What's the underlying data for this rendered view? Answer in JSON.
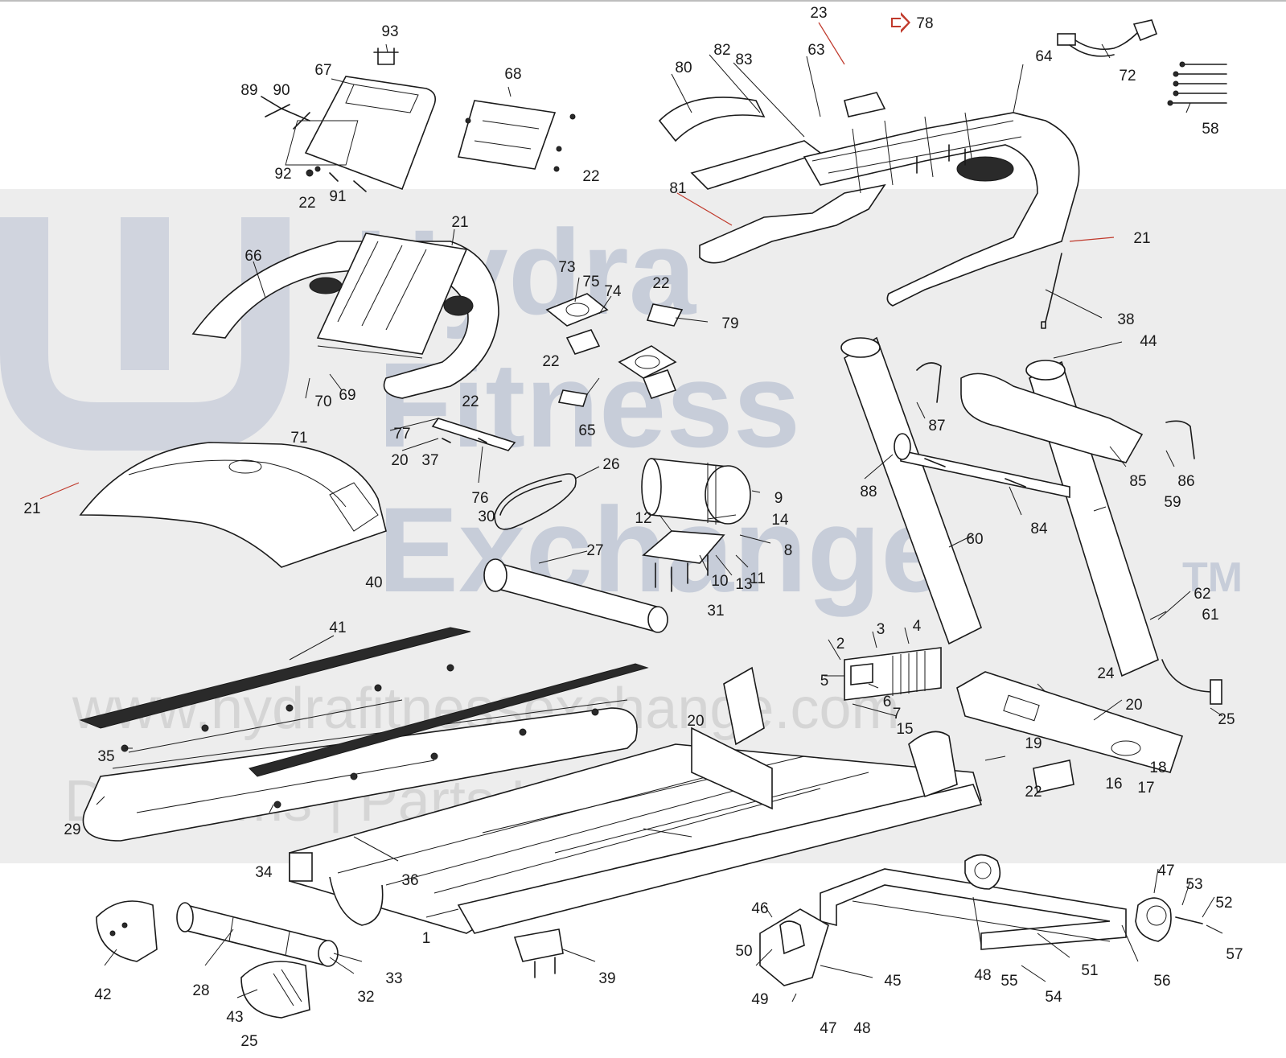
{
  "diagram": {
    "watermark": {
      "line1": "Hydra",
      "line2": "Fitness",
      "line3": "Exchange",
      "trademark": "TM",
      "url": "www.hydrafitnessexchange.com",
      "tagline": "Diagrams | Parts Lists and More"
    },
    "highlight_color": "#c0392b",
    "callouts": [
      "23",
      "78",
      "82",
      "83",
      "63",
      "80",
      "64",
      "72",
      "58",
      "93",
      "67",
      "68",
      "89",
      "90",
      "92",
      "91",
      "22",
      "21",
      "66",
      "73",
      "75",
      "74",
      "79",
      "38",
      "44",
      "70",
      "69",
      "71",
      "77",
      "20",
      "37",
      "76",
      "65",
      "26",
      "87",
      "88",
      "85",
      "86",
      "9",
      "14",
      "12",
      "8",
      "30",
      "27",
      "10",
      "13",
      "11",
      "31",
      "84",
      "59",
      "60",
      "40",
      "41",
      "62",
      "61",
      "2",
      "3",
      "4",
      "5",
      "6",
      "7",
      "15",
      "24",
      "25",
      "19",
      "18",
      "16",
      "17",
      "35",
      "29",
      "34",
      "36",
      "1",
      "42",
      "28",
      "33",
      "32",
      "43",
      "39",
      "46",
      "50",
      "45",
      "49",
      "47",
      "48",
      "51",
      "55",
      "54",
      "56",
      "53",
      "52",
      "57",
      "81"
    ]
  }
}
